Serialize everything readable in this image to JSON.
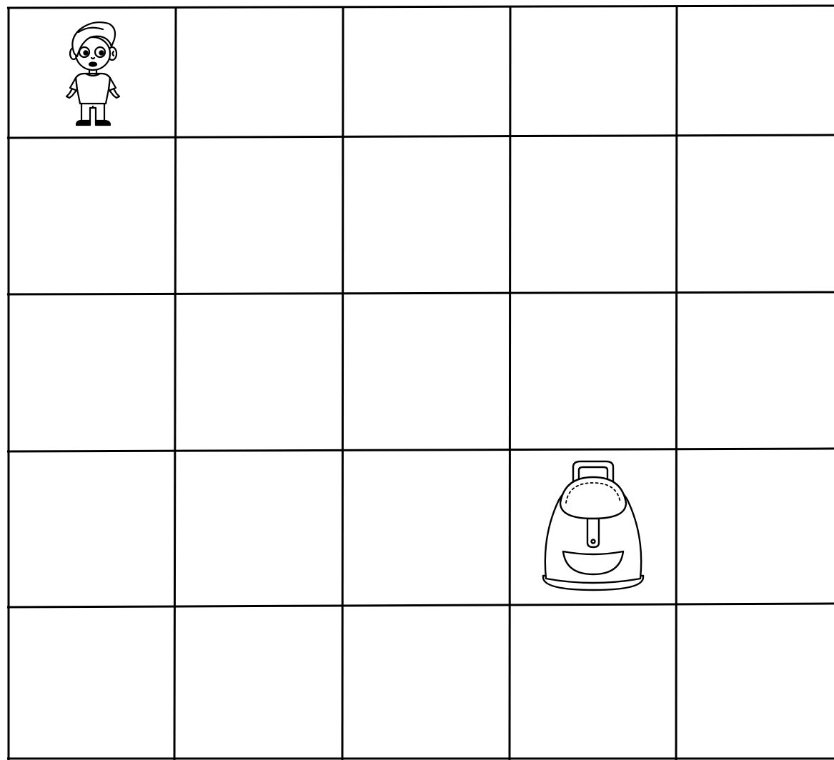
{
  "grid": {
    "rows": 5,
    "cols": 5,
    "line_color": "#000000",
    "background": "#ffffff"
  },
  "pieces": [
    {
      "name": "boy",
      "icon": "boy-icon",
      "row": 1,
      "col": 1
    },
    {
      "name": "backpack",
      "icon": "backpack-icon",
      "row": 4,
      "col": 4
    }
  ]
}
